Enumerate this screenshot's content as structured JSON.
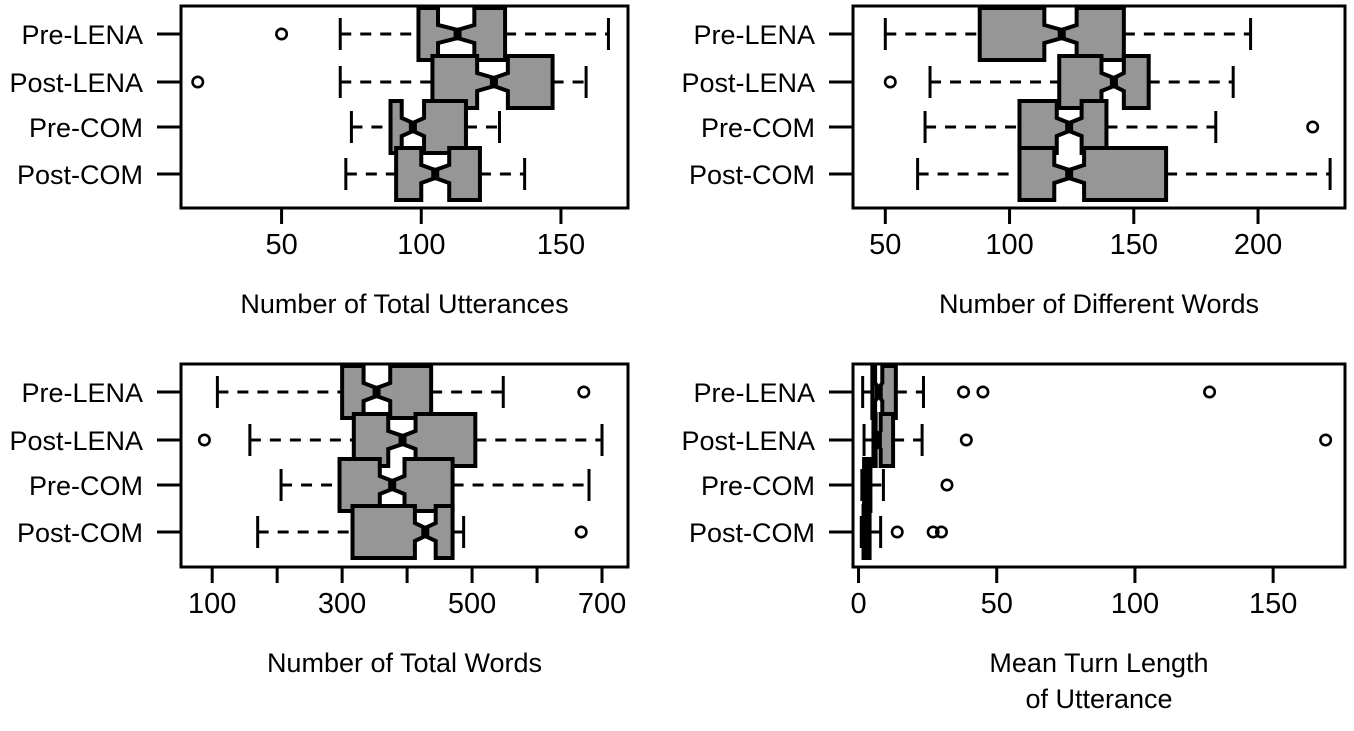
{
  "figure": {
    "title": "",
    "panel_count": 4,
    "box_fill_color": "#969696",
    "line_color": "#000000",
    "background_color": "#ffffff"
  },
  "chart_data": [
    {
      "id": "panel-total-utterances",
      "type": "box",
      "title": "",
      "xlabel": "Number of Total Utterances",
      "ylabel": "",
      "orientation": "horizontal",
      "notched": true,
      "grid": false,
      "legend": "none",
      "xlim": [
        14,
        174
      ],
      "xticks": [
        50,
        100,
        150
      ],
      "xticklabels": [
        "50",
        "100",
        "150"
      ],
      "categories": [
        "Pre-LENA",
        "Post-LENA",
        "Pre-COM",
        "Post-COM"
      ],
      "boxes": [
        {
          "category": "Pre-LENA",
          "whisker_low": 71,
          "q1": 99,
          "median": 113,
          "q3": 130,
          "whisker_high": 167,
          "notch_low": 106,
          "notch_high": 119,
          "outliers": [
            50
          ]
        },
        {
          "category": "Post-LENA",
          "whisker_low": 71,
          "q1": 104,
          "median": 126,
          "q3": 147,
          "whisker_high": 159,
          "notch_low": 120,
          "notch_high": 131,
          "outliers": [
            20
          ]
        },
        {
          "category": "Pre-COM",
          "whisker_low": 75,
          "q1": 89,
          "median": 97,
          "q3": 116,
          "whisker_high": 128,
          "notch_low": 93,
          "notch_high": 101,
          "outliers": []
        },
        {
          "category": "Post-COM",
          "whisker_low": 73,
          "q1": 91,
          "median": 105,
          "q3": 121,
          "whisker_high": 137,
          "notch_low": 100,
          "notch_high": 110,
          "outliers": []
        }
      ]
    },
    {
      "id": "panel-different-words",
      "type": "box",
      "title": "",
      "xlabel": "Number of Different Words",
      "ylabel": "",
      "orientation": "horizontal",
      "notched": true,
      "grid": false,
      "legend": "none",
      "xlim": [
        37,
        235
      ],
      "xticks": [
        50,
        100,
        150,
        200
      ],
      "xticklabels": [
        "50",
        "100",
        "150",
        "200"
      ],
      "categories": [
        "Pre-LENA",
        "Post-LENA",
        "Pre-COM",
        "Post-COM"
      ],
      "boxes": [
        {
          "category": "Pre-LENA",
          "whisker_low": 50,
          "q1": 88,
          "median": 121,
          "q3": 146,
          "whisker_high": 197,
          "notch_low": 114,
          "notch_high": 127,
          "outliers": []
        },
        {
          "category": "Post-LENA",
          "whisker_low": 68,
          "q1": 120,
          "median": 142,
          "q3": 156,
          "whisker_high": 190,
          "notch_low": 137,
          "notch_high": 146,
          "outliers": [
            52
          ]
        },
        {
          "category": "Pre-COM",
          "whisker_low": 66,
          "q1": 104,
          "median": 124,
          "q3": 139,
          "whisker_high": 183,
          "notch_low": 119,
          "notch_high": 129,
          "outliers": [
            222
          ]
        },
        {
          "category": "Post-COM",
          "whisker_low": 63,
          "q1": 104,
          "median": 124,
          "q3": 163,
          "whisker_high": 229,
          "notch_low": 118,
          "notch_high": 130,
          "outliers": []
        }
      ]
    },
    {
      "id": "panel-total-words",
      "type": "box",
      "title": "",
      "xlabel": "Number of Total Words",
      "ylabel": "",
      "orientation": "horizontal",
      "notched": true,
      "grid": false,
      "legend": "none",
      "xlim": [
        52,
        740
      ],
      "xticks": [
        100,
        200,
        300,
        400,
        500,
        600,
        700
      ],
      "xticklabels": [
        "100",
        "",
        "300",
        "",
        "500",
        "",
        "700"
      ],
      "categories": [
        "Pre-LENA",
        "Post-LENA",
        "Pre-COM",
        "Post-COM"
      ],
      "boxes": [
        {
          "category": "Pre-LENA",
          "whisker_low": 108,
          "q1": 300,
          "median": 353,
          "q3": 437,
          "whisker_high": 548,
          "notch_low": 333,
          "notch_high": 374,
          "outliers": [
            672
          ]
        },
        {
          "category": "Post-LENA",
          "whisker_low": 158,
          "q1": 318,
          "median": 393,
          "q3": 505,
          "whisker_high": 700,
          "notch_low": 371,
          "notch_high": 413,
          "outliers": [
            88
          ]
        },
        {
          "category": "Pre-COM",
          "whisker_low": 206,
          "q1": 296,
          "median": 377,
          "q3": 470,
          "whisker_high": 680,
          "notch_low": 358,
          "notch_high": 396,
          "outliers": []
        },
        {
          "category": "Post-COM",
          "whisker_low": 170,
          "q1": 316,
          "median": 428,
          "q3": 470,
          "whisker_high": 487,
          "notch_low": 412,
          "notch_high": 444,
          "outliers": [
            668
          ]
        }
      ]
    },
    {
      "id": "panel-mean-turn-length",
      "type": "box",
      "title": "",
      "xlabel": "Mean Turn Length of Utterance",
      "xlabel_lines": [
        "Mean Turn Length",
        "of Utterance"
      ],
      "ylabel": "",
      "orientation": "horizontal",
      "notched": true,
      "grid": false,
      "legend": "none",
      "xlim": [
        -2,
        176
      ],
      "xticks": [
        0,
        50,
        100,
        150
      ],
      "xticklabels": [
        "0",
        "50",
        "100",
        "150"
      ],
      "categories": [
        "Pre-LENA",
        "Post-LENA",
        "Pre-COM",
        "Post-COM"
      ],
      "boxes": [
        {
          "category": "Pre-LENA",
          "whisker_low": 1.5,
          "q1": 5.0,
          "median": 7.3,
          "q3": 13.5,
          "whisker_high": 23.5,
          "notch_low": 6.0,
          "notch_high": 8.6,
          "outliers": [
            38,
            45,
            127
          ]
        },
        {
          "category": "Post-LENA",
          "whisker_low": 2.0,
          "q1": 5.4,
          "median": 7.0,
          "q3": 12.5,
          "whisker_high": 23.0,
          "notch_low": 6.2,
          "notch_high": 8.0,
          "outliers": [
            39,
            169
          ]
        },
        {
          "category": "Pre-COM",
          "whisker_low": 1.2,
          "q1": 2.0,
          "median": 3.0,
          "q3": 4.3,
          "whisker_high": 9.0,
          "notch_low": 2.6,
          "notch_high": 3.5,
          "outliers": [
            32
          ]
        },
        {
          "category": "Post-COM",
          "whisker_low": 1.0,
          "q1": 1.8,
          "median": 2.6,
          "q3": 4.0,
          "whisker_high": 8.0,
          "notch_low": 2.2,
          "notch_high": 3.1,
          "outliers": [
            14,
            27,
            30
          ]
        }
      ]
    }
  ]
}
